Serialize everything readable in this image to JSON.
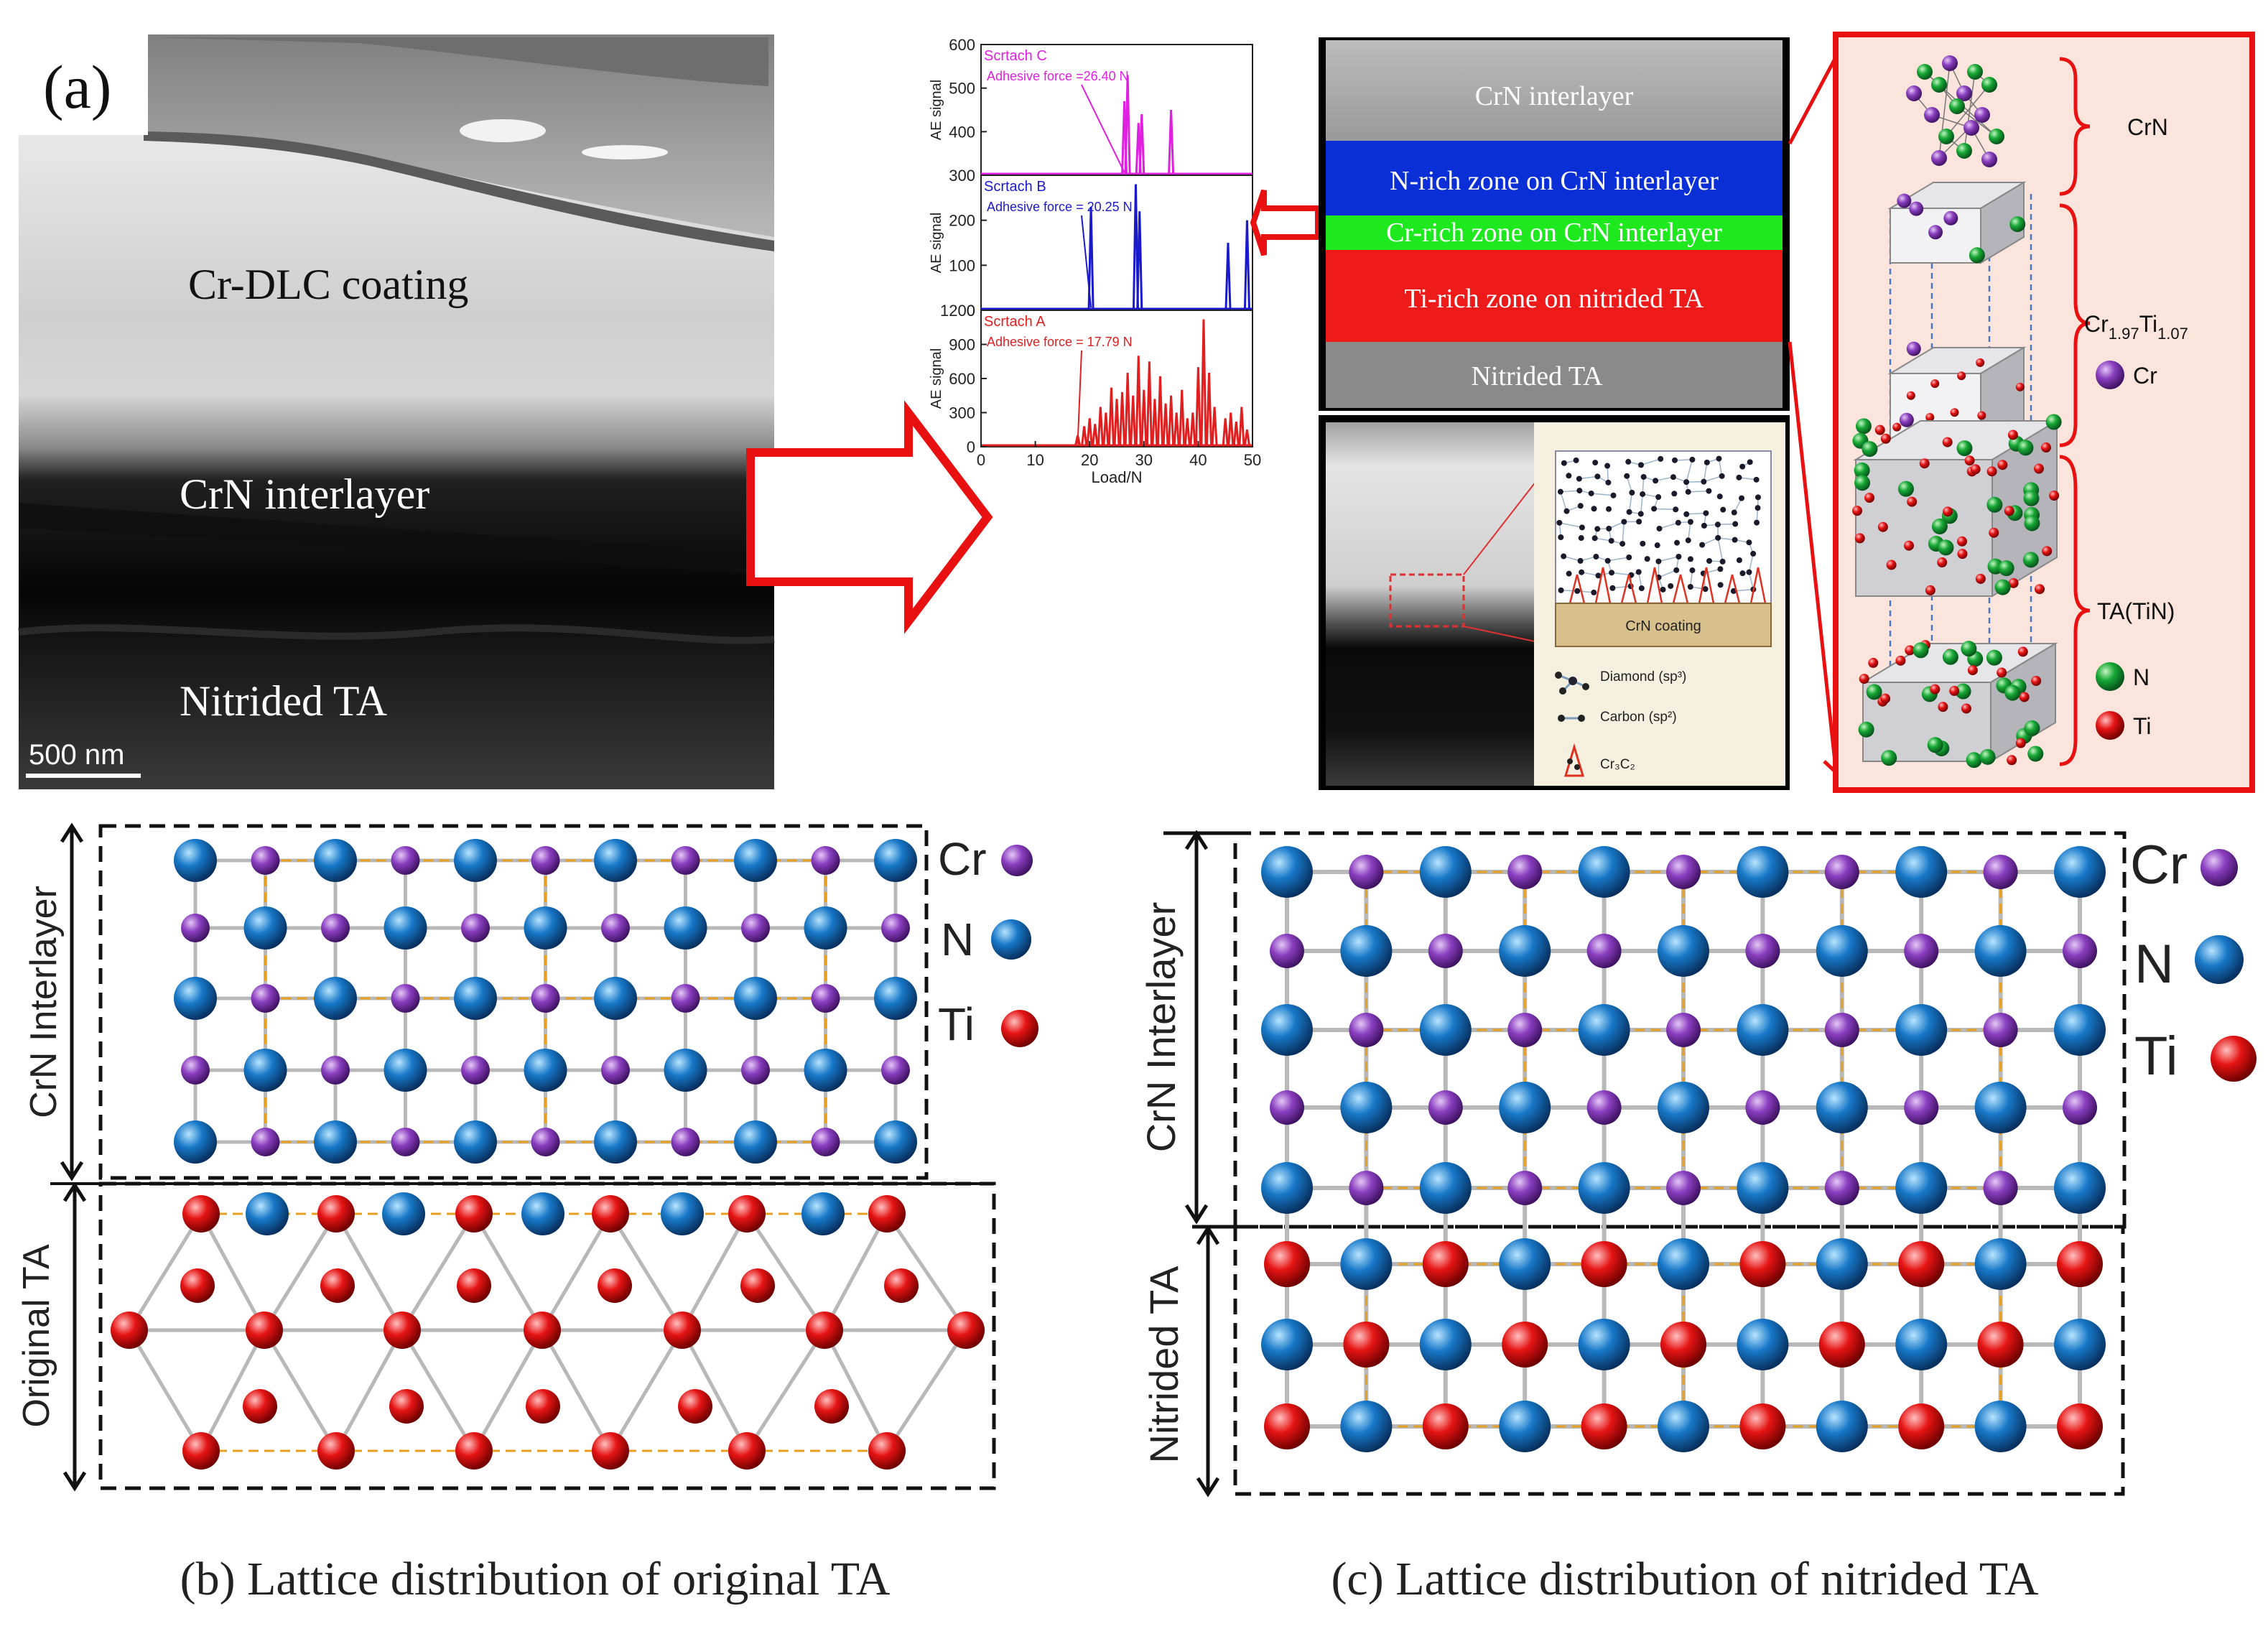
{
  "panel_a": {
    "label": "(a)",
    "tem": {
      "coating_label": "Cr-DLC coating",
      "interlayer_label": "CrN interlayer",
      "substrate_label": "Nitrided TA",
      "scale_bar": "500 nm"
    },
    "eds_map": {
      "zones": [
        {
          "label": "CrN interlayer",
          "color": "#9a9a9a"
        },
        {
          "label": "N-rich zone on CrN interlayer",
          "color": "#0b2fd6"
        },
        {
          "label": "Cr-rich zone on CrN interlayer",
          "color": "#1ee81e"
        },
        {
          "label": "Ti-rich zone on nitrided TA",
          "color": "#ee1a1a"
        },
        {
          "label": "Nitrided TA",
          "color": "#8a8a8a"
        }
      ]
    },
    "inset": {
      "coating_box_label": "CrN  coating",
      "legend": [
        {
          "label": "Diamond (sp³)"
        },
        {
          "label": "Carbon (sp²)"
        },
        {
          "label": "Cr₃C₂"
        }
      ]
    },
    "crystal": {
      "brackets": [
        "CrN",
        "Cr1.97Ti1.07",
        "TA(TiN)"
      ],
      "ti_formula": {
        "base1": "Cr",
        "sub1": "1.97",
        "base2": "Ti",
        "sub2": "1.07"
      },
      "legend": [
        {
          "label": "Cr",
          "color": "#7b35b0"
        },
        {
          "label": "N",
          "color": "#17a834"
        },
        {
          "label": "Ti",
          "color": "#e01010"
        }
      ]
    }
  },
  "chart_data": [
    {
      "type": "line",
      "xlabel": "Load/N",
      "xlim": [
        0,
        50
      ],
      "xticks": [
        "0",
        "10",
        "20",
        "30",
        "40",
        "50"
      ],
      "grid": false,
      "panels": [
        {
          "name": "Scrtach C",
          "annotation": "Adhesive force =26.40 N",
          "ylabel": "AE signal",
          "ylim": [
            300,
            600
          ],
          "yticks": [
            "300",
            "400",
            "500",
            "600"
          ],
          "color": "#e020e0",
          "spikes": [
            [
              26.4,
              470
            ],
            [
              27.0,
              530
            ],
            [
              29.0,
              420
            ],
            [
              29.6,
              440
            ],
            [
              35.0,
              450
            ]
          ]
        },
        {
          "name": "Scrtach B",
          "annotation": "Adhesive force = 20.25 N",
          "ylabel": "AE signal",
          "ylim": [
            0,
            300
          ],
          "yticks": [
            "0",
            "100",
            "200"
          ],
          "color": "#1a1acc",
          "spikes": [
            [
              20.25,
              230
            ],
            [
              28.5,
              280
            ],
            [
              29.2,
              220
            ],
            [
              45.5,
              150
            ],
            [
              49.0,
              200
            ]
          ]
        },
        {
          "name": "Scrtach A",
          "annotation": "Adhesive force = 17.79 N",
          "ylabel": "AE signal",
          "ylim": [
            0,
            1200
          ],
          "yticks": [
            "0",
            "300",
            "600",
            "900",
            "1200"
          ],
          "color": "#e02020",
          "spikes": [
            [
              17.8,
              100
            ],
            [
              19,
              180
            ],
            [
              20,
              250
            ],
            [
              21,
              200
            ],
            [
              22,
              350
            ],
            [
              23,
              300
            ],
            [
              24,
              520
            ],
            [
              25,
              420
            ],
            [
              26,
              480
            ],
            [
              27,
              650
            ],
            [
              28,
              450
            ],
            [
              29,
              800
            ],
            [
              30,
              500
            ],
            [
              31,
              750
            ],
            [
              32,
              420
            ],
            [
              33,
              620
            ],
            [
              34,
              380
            ],
            [
              35,
              450
            ],
            [
              36,
              300
            ],
            [
              37,
              500
            ],
            [
              38,
              250
            ],
            [
              39,
              300
            ],
            [
              40,
              700
            ],
            [
              41,
              1120
            ],
            [
              42,
              650
            ],
            [
              43,
              350
            ],
            [
              45,
              250
            ],
            [
              46,
              300
            ],
            [
              47,
              220
            ],
            [
              48,
              350
            ],
            [
              49,
              150
            ]
          ]
        }
      ]
    }
  ],
  "panel_b": {
    "caption": "(b) Lattice distribution of original TA",
    "top_label": "CrN Interlayer",
    "bottom_label": "Original TA",
    "legend": [
      {
        "label": "Cr",
        "color": "#8a3ec0"
      },
      {
        "label": "N",
        "color": "#1778c8"
      },
      {
        "label": "Ti",
        "color": "#e61414"
      }
    ]
  },
  "panel_c": {
    "caption": "(c) Lattice distribution of nitrided TA",
    "top_label": "CrN Interlayer",
    "bottom_label": "Nitrided TA",
    "legend": [
      {
        "label": "Cr",
        "color": "#8a3ec0"
      },
      {
        "label": "N",
        "color": "#1778c8"
      },
      {
        "label": "Ti",
        "color": "#e61414"
      }
    ]
  },
  "arrows": {
    "big_arrow_color": "#e81010"
  }
}
